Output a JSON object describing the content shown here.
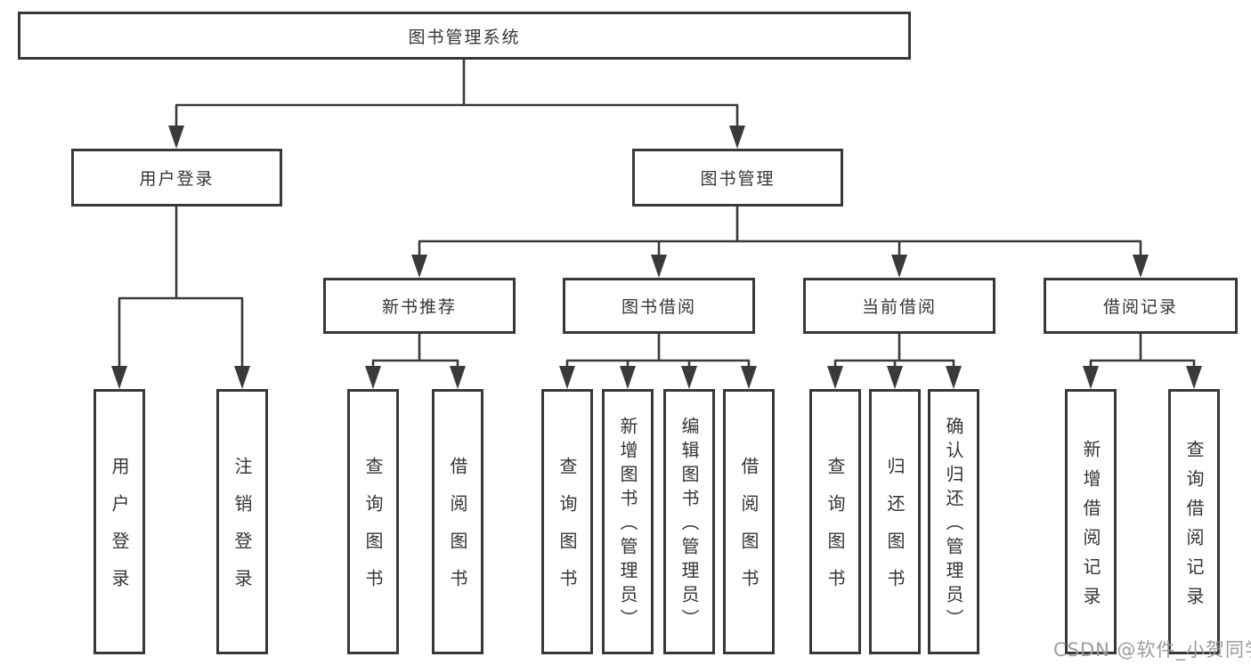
{
  "diagram": {
    "root": "图书管理系统",
    "level2": [
      "用户登录",
      "图书管理"
    ],
    "level3": [
      "新书推荐",
      "图书借阅",
      "当前借阅",
      "借阅记录"
    ],
    "leaves": {
      "user_login": [
        "用户登录",
        "注销登录"
      ],
      "new_book": [
        "查询图书",
        "借阅图书"
      ],
      "book_borrow": [
        "查询图书",
        "新增图书（管理员）",
        "编辑图书（管理员）",
        "借阅图书"
      ],
      "current_borrow": [
        "查询图书",
        "归还图书",
        "确认归还（管理员）"
      ],
      "borrow_record": [
        "新增借阅记录",
        "查询借阅记录"
      ]
    },
    "watermark": "CSDN @软件_小贺同学",
    "colors": {
      "line": "#3a3a3a",
      "box_border": "#383838",
      "box_fill": "#ffffff",
      "text": "#353535",
      "watermark": "#9c9c9c",
      "background": "#ffffff"
    }
  }
}
